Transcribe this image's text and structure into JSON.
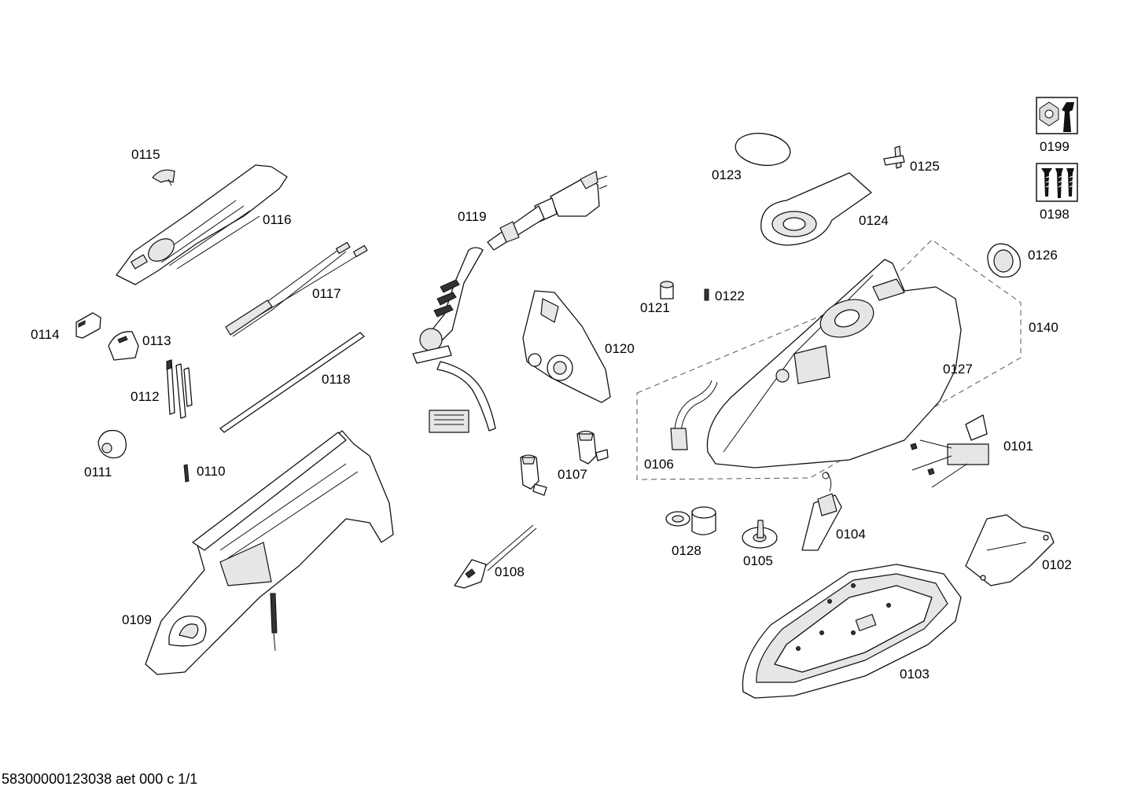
{
  "diagram": {
    "parts": [
      {
        "id": "p0101",
        "label": "0101"
      },
      {
        "id": "p0102",
        "label": "0102"
      },
      {
        "id": "p0103",
        "label": "0103"
      },
      {
        "id": "p0104",
        "label": "0104"
      },
      {
        "id": "p0105",
        "label": "0105"
      },
      {
        "id": "p0106",
        "label": "0106"
      },
      {
        "id": "p0107",
        "label": "0107"
      },
      {
        "id": "p0108",
        "label": "0108"
      },
      {
        "id": "p0109",
        "label": "0109"
      },
      {
        "id": "p0110",
        "label": "0110"
      },
      {
        "id": "p0111",
        "label": "0111"
      },
      {
        "id": "p0112",
        "label": "0112"
      },
      {
        "id": "p0113",
        "label": "0113"
      },
      {
        "id": "p0114",
        "label": "0114"
      },
      {
        "id": "p0115",
        "label": "0115"
      },
      {
        "id": "p0116",
        "label": "0116"
      },
      {
        "id": "p0117",
        "label": "0117"
      },
      {
        "id": "p0118",
        "label": "0118"
      },
      {
        "id": "p0119",
        "label": "0119"
      },
      {
        "id": "p0120",
        "label": "0120"
      },
      {
        "id": "p0121",
        "label": "0121"
      },
      {
        "id": "p0122",
        "label": "0122"
      },
      {
        "id": "p0123",
        "label": "0123"
      },
      {
        "id": "p0124",
        "label": "0124"
      },
      {
        "id": "p0125",
        "label": "0125"
      },
      {
        "id": "p0126",
        "label": "0126"
      },
      {
        "id": "p0127",
        "label": "0127"
      },
      {
        "id": "p0128",
        "label": "0128"
      },
      {
        "id": "p0140",
        "label": "0140"
      },
      {
        "id": "p0198",
        "label": "0198"
      },
      {
        "id": "p0199",
        "label": "0199"
      }
    ],
    "icons": {
      "p0199": "tool-wrench-nut-icon",
      "p0198": "screws-icon"
    }
  },
  "footer": {
    "text": "58300000123038 aet 000 c 1/1"
  }
}
